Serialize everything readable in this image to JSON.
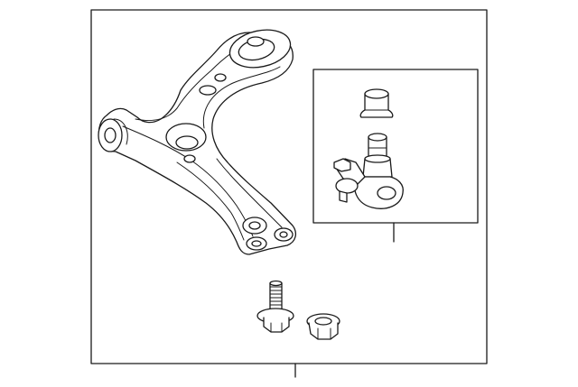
{
  "diagram": {
    "type": "exploded-parts-illustration",
    "colors": {
      "line": "#1a1a1a",
      "background": "#ffffff"
    },
    "parts": [
      {
        "id": "lower-control-arm",
        "icon": "control-arm-icon"
      },
      {
        "id": "ball-joint-assembly",
        "icon": "ball-joint-icon"
      },
      {
        "id": "ball-joint-boot-cap",
        "icon": "boot-cap-icon"
      },
      {
        "id": "flange-bolt",
        "icon": "bolt-icon"
      },
      {
        "id": "flange-nut",
        "icon": "nut-icon"
      }
    ],
    "callouts": []
  }
}
